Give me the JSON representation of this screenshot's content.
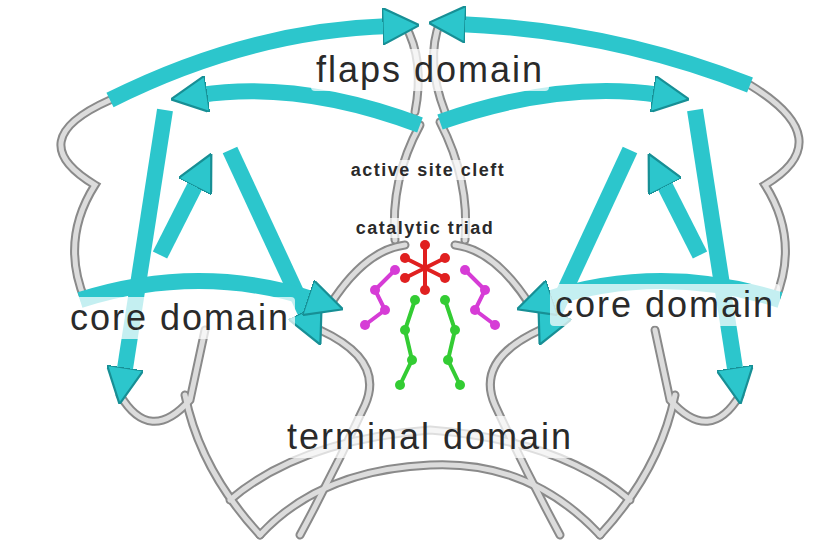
{
  "diagram": {
    "labels": [
      "flaps domain",
      "active site cleft",
      "catalytic triad",
      "core domain",
      "core domain",
      "terminal domain"
    ]
  }
}
